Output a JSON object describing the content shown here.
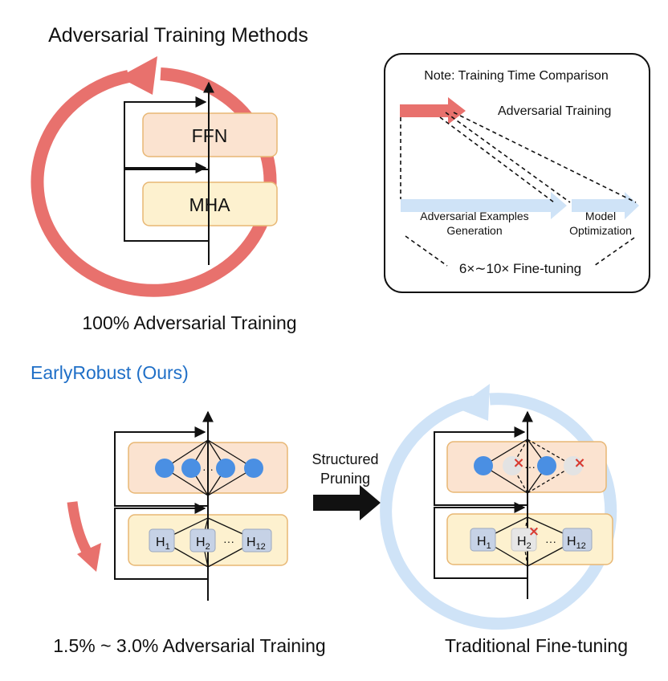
{
  "top": {
    "title": "Adversarial Training Methods",
    "ffn_label": "FFN",
    "mha_label": "MHA",
    "caption": "100% Adversarial Training"
  },
  "note": {
    "title": "Note: Training Time Comparison",
    "adv_training": "Adversarial Training",
    "adv_examples_line1": "Adversarial Examples",
    "adv_examples_line2": "Generation",
    "model_opt_line1": "Model",
    "model_opt_line2": "Optimization",
    "finetune_note": "6×∼10× Fine-tuning"
  },
  "early": {
    "title": "EarlyRobust (Ours)",
    "dots": "···",
    "head1": "H",
    "head1_sub": "1",
    "head2": "H",
    "head2_sub": "2",
    "head12": "H",
    "head12_sub": "12",
    "caption": "1.5% ~ 3.0% Adversarial Training"
  },
  "middle": {
    "line1": "Structured",
    "line2": "Pruning"
  },
  "right": {
    "dots": "···",
    "head1": "H",
    "head1_sub": "1",
    "head2": "H",
    "head2_sub": "2",
    "head12": "H",
    "head12_sub": "12",
    "pruned_mark": "×",
    "caption": "Traditional Fine-tuning"
  },
  "colors": {
    "red_arrow": "#e8716d",
    "blue_arrow": "#cfe3f7",
    "ffn_fill": "#fbe3d0",
    "mha_fill": "#fdf1cf",
    "box_border": "#e8b774",
    "neuron_blue": "#4a8fe3",
    "neuron_pruned": "#e3e3e3",
    "head_fill": "#c6d2e6",
    "cross_red": "#d93a2f",
    "title_blue": "#1f6fc7"
  }
}
